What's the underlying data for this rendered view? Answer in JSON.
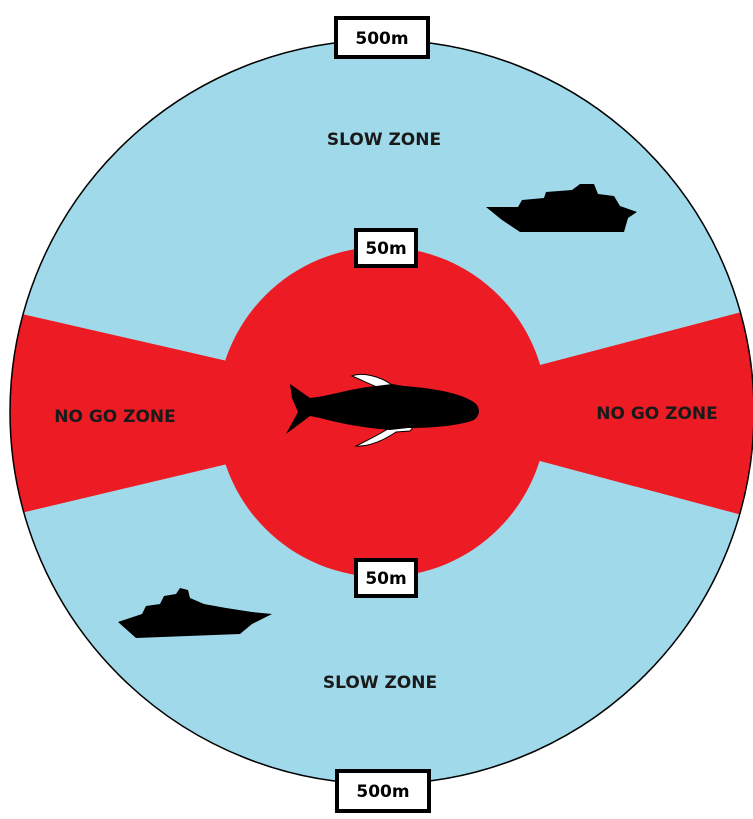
{
  "colors": {
    "slow_zone": "#a0d9ea",
    "no_go_zone": "#ed1c24",
    "outline": "#000000",
    "marker_fill": "#ffffff",
    "silhouette": "#000000",
    "fin": "#ffffff"
  },
  "zones": {
    "slow_top": "SLOW ZONE",
    "slow_bottom": "SLOW ZONE",
    "no_go_left": "NO GO ZONE",
    "no_go_right": "NO GO ZONE"
  },
  "distance_markers": {
    "outer_top": "500m",
    "inner_top": "50m",
    "inner_bottom": "50m",
    "outer_bottom": "500m"
  },
  "icons": {
    "whale": "whale-icon",
    "boat_top": "boat-icon",
    "boat_bottom": "boat-icon"
  }
}
